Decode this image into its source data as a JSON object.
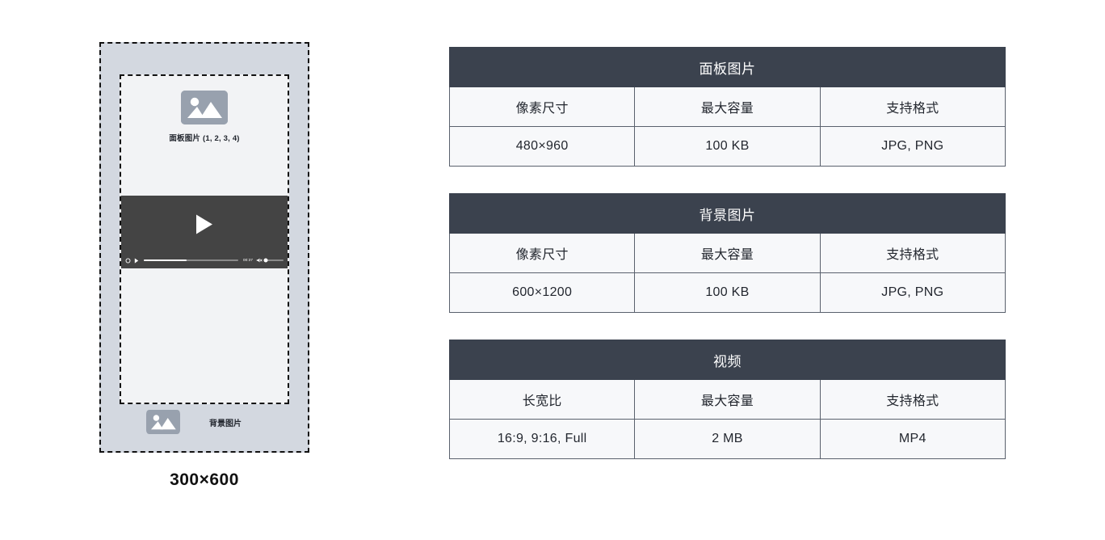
{
  "mock": {
    "panel_image": {
      "icon": "image-placeholder-icon",
      "label": "面板图片 (1, 2, 3, 4)"
    },
    "video": {
      "play_icon": "play-icon",
      "settings_icon": "settings-gear-icon",
      "play_small_icon": "play-small-icon",
      "mute_icon": "mute-speaker-icon",
      "time": "00:37"
    },
    "background_image": {
      "icon": "image-placeholder-icon",
      "label": "背景图片"
    },
    "caption": "300×600"
  },
  "tables": [
    {
      "title": "面板图片",
      "columns": [
        "像素尺寸",
        "最大容量",
        "支持格式"
      ],
      "row": [
        "480×960",
        "100 KB",
        "JPG, PNG"
      ]
    },
    {
      "title": "背景图片",
      "columns": [
        "像素尺寸",
        "最大容量",
        "支持格式"
      ],
      "row": [
        "600×1200",
        "100 KB",
        "JPG, PNG"
      ]
    },
    {
      "title": "视频",
      "columns": [
        "长宽比",
        "最大容量",
        "支持格式"
      ],
      "row": [
        "16:9, 9:16, Full",
        "2 MB",
        "MP4"
      ]
    }
  ],
  "colors": {
    "header_bg": "#3b424e",
    "cell_bg": "#f7f8fa",
    "border": "#5a616d",
    "outer_panel_bg": "#d3d8e0",
    "inner_panel_bg": "#f2f3f5",
    "video_bg": "#444444",
    "icon_gray": "#98a1ae"
  }
}
